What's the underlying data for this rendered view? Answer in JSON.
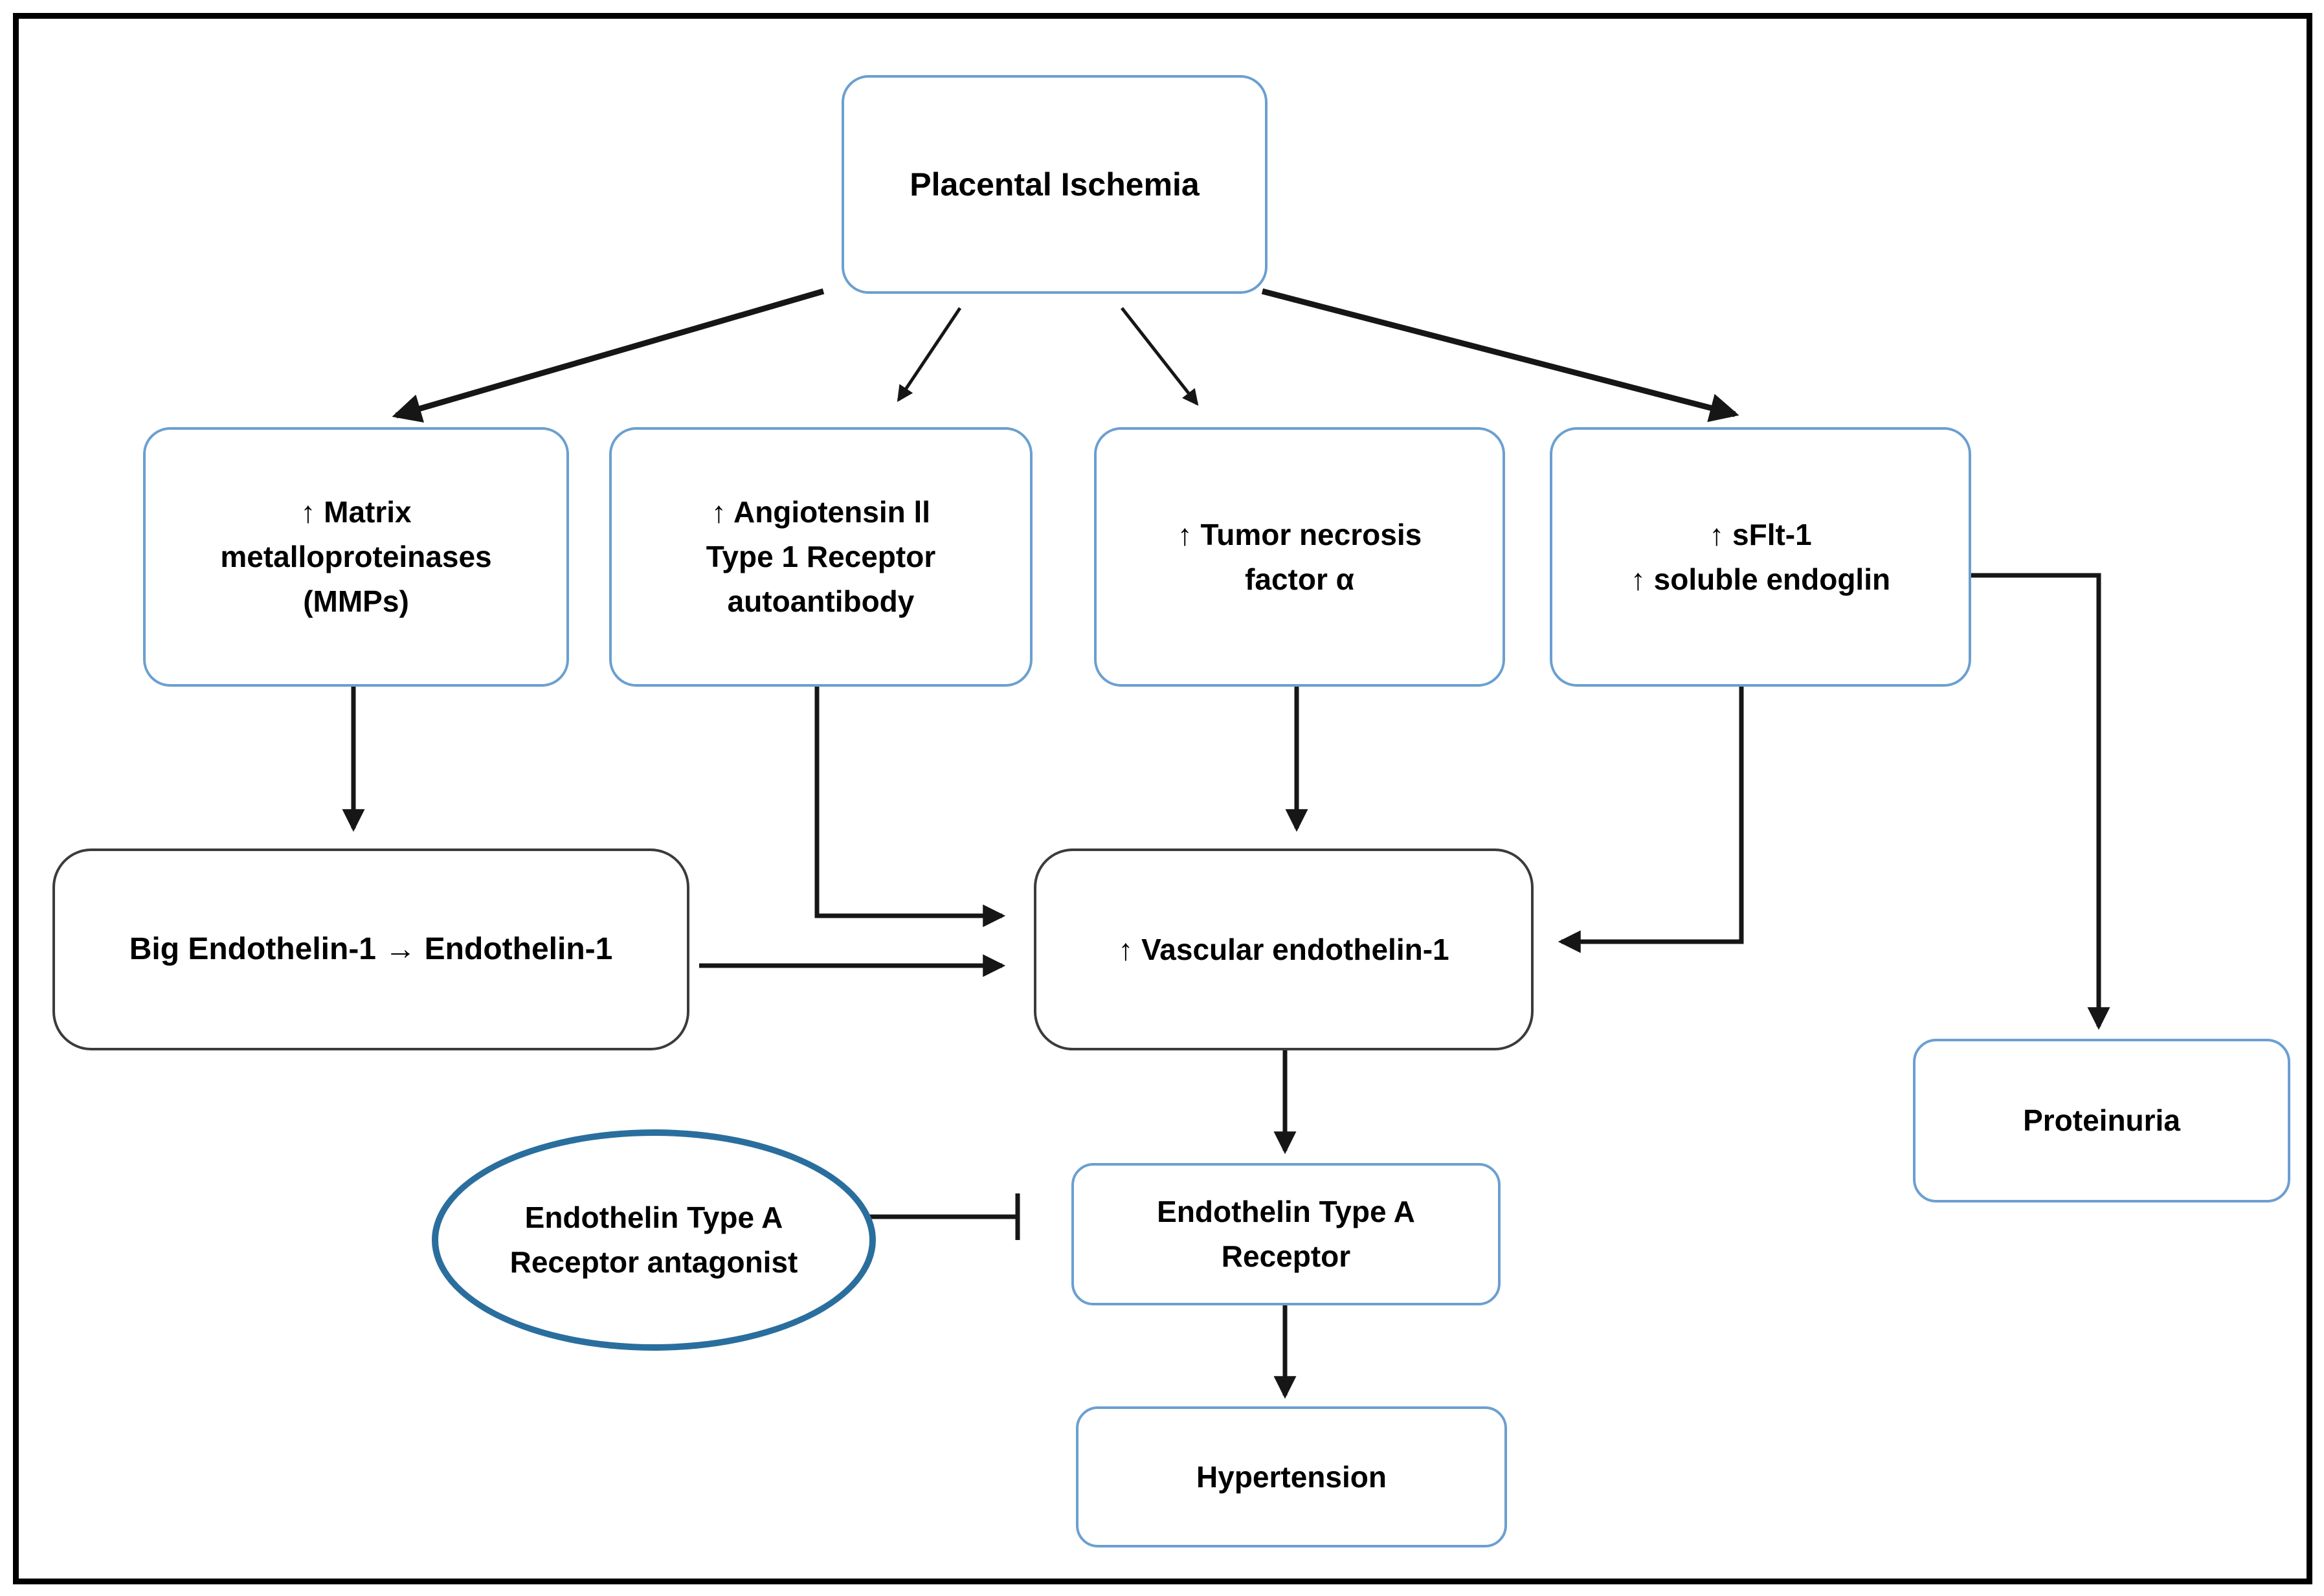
{
  "diagram": {
    "title_hint": "Placental ischemia endothelin pathway flowchart",
    "colors": {
      "background": "#ffffff",
      "frame_border": "#000000",
      "box_border_blue": "#6b9fd0",
      "box_border_dark": "#3b3b3b",
      "ellipse_border": "#2a6e9e",
      "arrow": "#161616",
      "text": "#000000"
    },
    "nodes": {
      "placental_ischemia": {
        "label": "Placental Ischemia"
      },
      "mmp": {
        "label": "↑ Matrix\nmetalloproteinases\n(MMPs)"
      },
      "at1_autoantibody": {
        "label": "↑ Angiotensin ll\nType 1 Receptor\nautoantibody"
      },
      "tnf_alpha": {
        "label": "↑ Tumor necrosis\nfactor α"
      },
      "sflt": {
        "label": "↑ sFlt-1\n↑ soluble endoglin"
      },
      "big_endothelin": {
        "label": "Big Endothelin-1 → Endothelin-1"
      },
      "vascular_endothelin": {
        "label": "↑ Vascular endothelin-1"
      },
      "proteinuria": {
        "label": "Proteinuria"
      },
      "eta_antagonist": {
        "label": "Endothelin Type A\nReceptor antagonist"
      },
      "eta_receptor": {
        "label": "Endothelin Type A\nReceptor"
      },
      "hypertension": {
        "label": "Hypertension"
      }
    },
    "relationships": [
      "Placental Ischemia → ↑ Matrix metalloproteinases (MMPs)",
      "Placental Ischemia → ↑ Angiotensin ll Type 1 Receptor autoantibody",
      "Placental Ischemia → ↑ Tumor necrosis factor α",
      "Placental Ischemia → ↑ sFlt-1 / ↑ soluble endoglin",
      "↑ MMPs → Big Endothelin-1 → Endothelin-1",
      "↑ Angiotensin ll Type 1 Receptor autoantibody → ↑ Vascular endothelin-1",
      "Big Endothelin-1 / Endothelin-1 → ↑ Vascular endothelin-1",
      "↑ Tumor necrosis factor α → ↑ Vascular endothelin-1",
      "↑ sFlt-1 / ↑ soluble endoglin → ↑ Vascular endothelin-1",
      "↑ sFlt-1 / ↑ soluble endoglin → Proteinuria",
      "↑ Vascular endothelin-1 → Endothelin Type A Receptor",
      "Endothelin Type A Receptor antagonist ⊣ Endothelin Type A Receptor",
      "Endothelin Type A Receptor → Hypertension"
    ]
  }
}
